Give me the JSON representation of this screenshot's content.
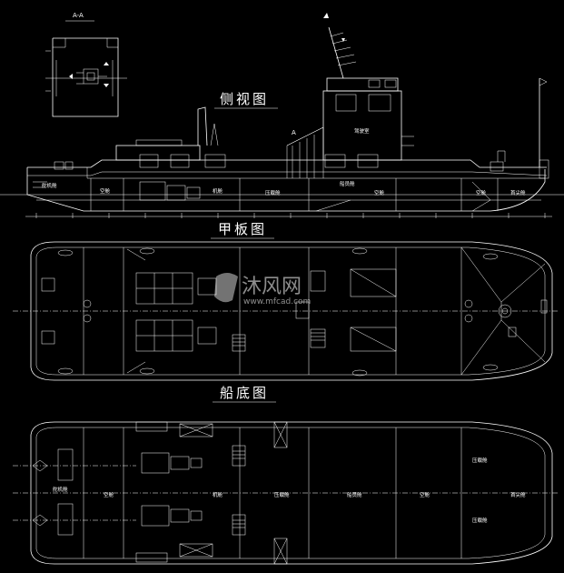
{
  "colors": {
    "background": "#000000",
    "line": "#ffffff"
  },
  "section_view": {
    "title": "A-A"
  },
  "side_view": {
    "title": "侧视图",
    "wheelhouse_label": "驾驶室",
    "compartments": [
      "舵机舱",
      "空舱",
      "机舱",
      "压载舱",
      "船员舱",
      "空舱",
      "空舱",
      "首尖舱"
    ]
  },
  "deck_plan": {
    "title": "甲板图"
  },
  "bottom_plan": {
    "title": "船底图",
    "compartments": [
      "舵机舱",
      "空舱",
      "机舱",
      "压载舱",
      "船员舱",
      "空舱",
      "首尖舱"
    ],
    "ballast_upper": "压载舱",
    "ballast_lower": "压载舱"
  },
  "watermark": {
    "brand": "沐风网",
    "url": "www.mfcad.com"
  }
}
